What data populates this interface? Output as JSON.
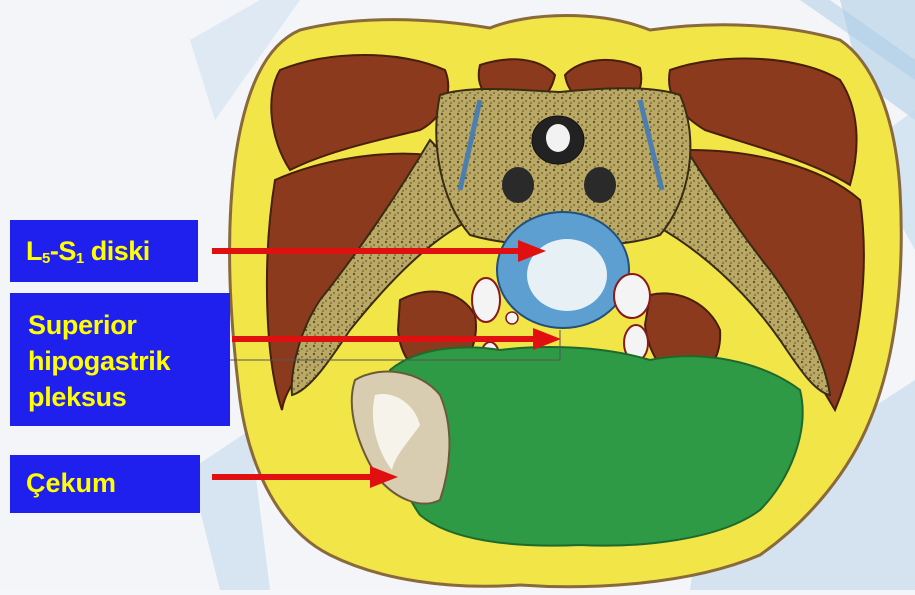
{
  "labels": {
    "disc": {
      "letter_l": "L",
      "sub_l": "5",
      "dash_s": "-S",
      "sub_s": "1",
      "word": "diski"
    },
    "plexus": {
      "line1": "Superior",
      "line2": "hipogastrik",
      "line3": "pleksus"
    },
    "cecum": "Çekum"
  },
  "colors": {
    "label_box": "#2020ee",
    "label_text": "#ffff00",
    "arrow": "#e01010",
    "skin_fat": "#f2e64a",
    "muscle": "#8e3a1c",
    "bone": "#b8a862",
    "disc": "#5d9fd0",
    "bowel": "#2f9a44",
    "cecum": "#d9cfb2"
  },
  "icons": {
    "arrow_style": "red-line-with-triangle-head"
  }
}
